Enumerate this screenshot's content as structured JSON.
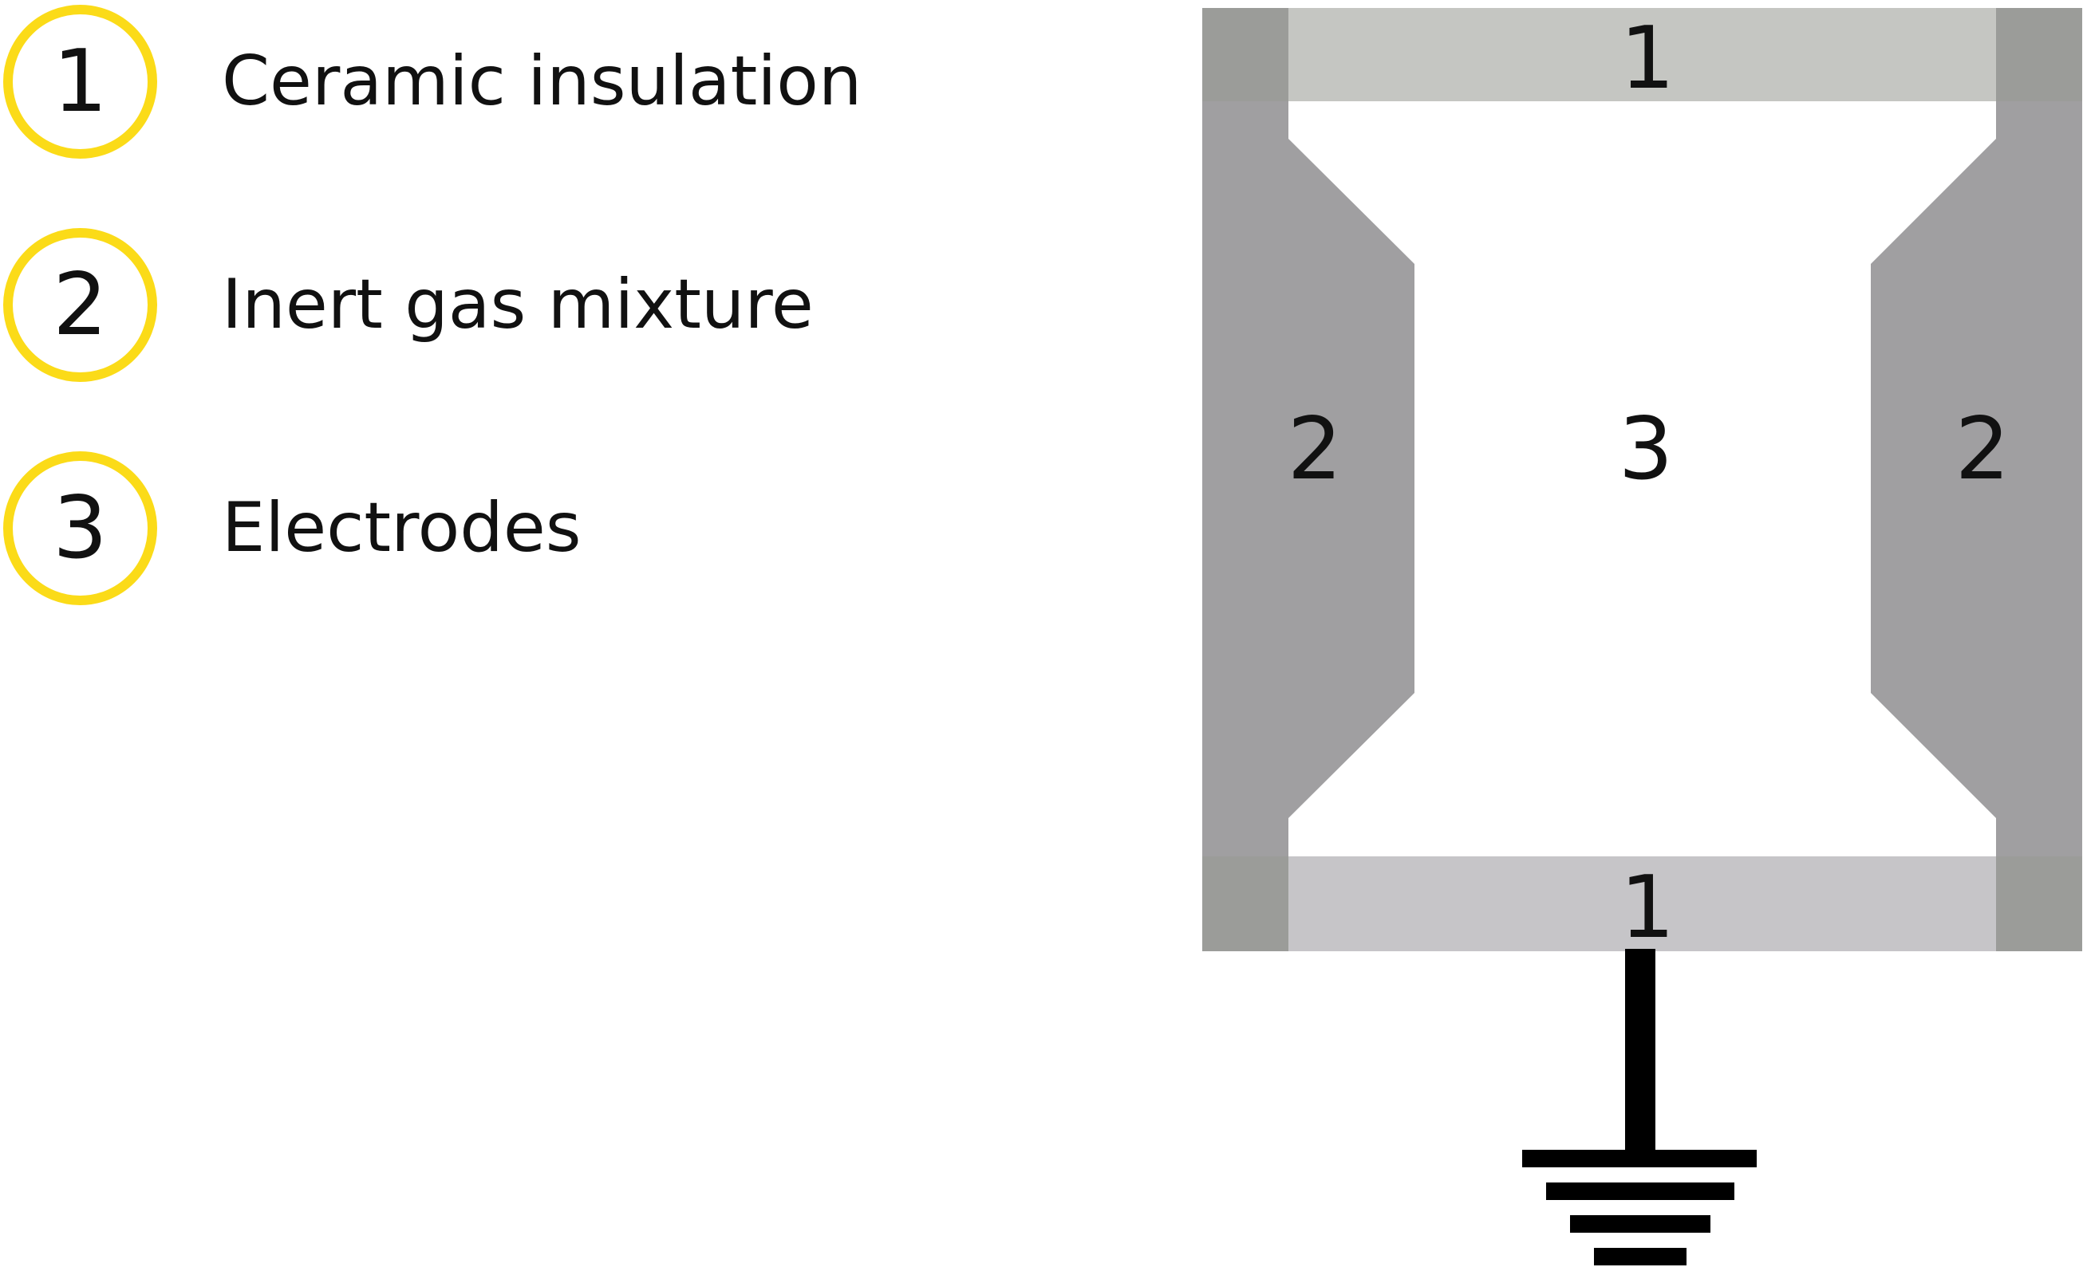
{
  "legend": [
    {
      "number": "1",
      "label": "Ceramic insulation"
    },
    {
      "number": "2",
      "label": "Inert gas mixture"
    },
    {
      "number": "3",
      "label": "Electrodes"
    }
  ],
  "diagram": {
    "top_insulation_label": "1",
    "bottom_insulation_label": "1",
    "left_gas_label": "2",
    "right_gas_label": "2",
    "center_label": "3"
  },
  "colors": {
    "legend_ring": "#fbdb18",
    "outer_electrode": "#9b9c99",
    "gas_region": "#a09fa1",
    "top_insulation": "#c5c6c2",
    "bottom_insulation": "#c6c5c8",
    "ground": "#000000"
  }
}
